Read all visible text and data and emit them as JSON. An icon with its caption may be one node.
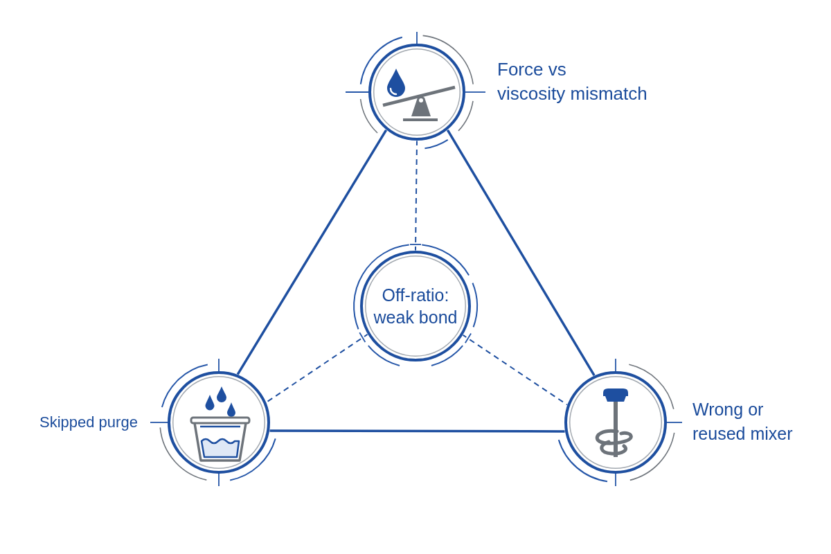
{
  "diagram": {
    "nodes": [
      {
        "text": [],
        "shape": "circle",
        "beside": [
          "Force vs viscosity mismatch"
        ]
      },
      {
        "text": [
          "Off-ratio: weak bond"
        ]
      },
      {
        "text": [],
        "shape": "circle",
        "beside": [
          "Skipped purge"
        ]
      },
      {
        "text": [],
        "shape": "circle",
        "beside": [
          "Wrong or reused mixer"
        ]
      }
    ],
    "edges": [
      {
        "from": 0,
        "to": 2,
        "arrow": "none"
      },
      {
        "from": 0,
        "to": 3,
        "arrow": "none"
      },
      {
        "from": 2,
        "to": 3,
        "arrow": "none"
      },
      {
        "from": 0,
        "to": 1,
        "arrow": "none",
        "style": "dashed"
      },
      {
        "from": 2,
        "to": 1,
        "arrow": "none",
        "style": "dashed"
      },
      {
        "from": 3,
        "to": 1,
        "arrow": "none",
        "style": "dashed"
      }
    ]
  }
}
